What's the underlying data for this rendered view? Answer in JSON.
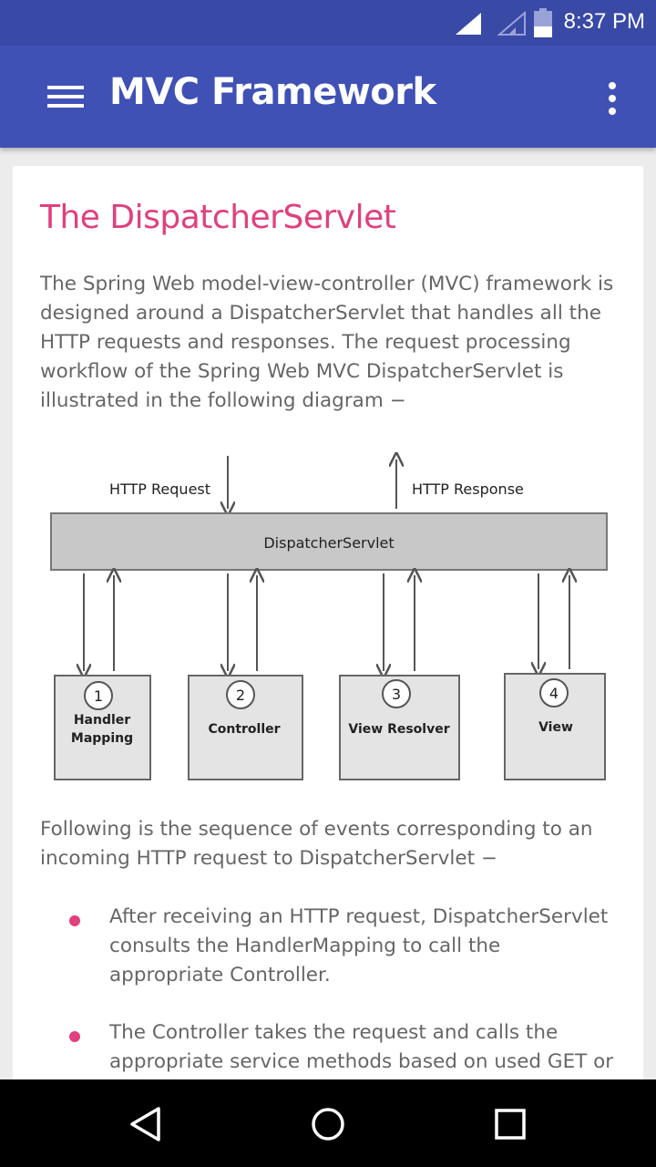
{
  "status_bar": {
    "time": "8:37 PM",
    "icons": [
      "signal-icon",
      "signal-weak-icon",
      "battery-icon"
    ]
  },
  "app_bar": {
    "title": "MVC Framework",
    "menu_icon": "hamburger-menu-icon",
    "overflow_icon": "more-vert-icon"
  },
  "article": {
    "heading": "The DispatcherServlet",
    "intro": "The Spring Web model-view-controller (MVC) framework is designed around a DispatcherServlet that handles all the HTTP requests and responses. The request processing workflow of the Spring Web MVC DispatcherServlet is illustrated in the following diagram −",
    "diagram": {
      "request_label": "HTTP Request",
      "response_label": "HTTP Response",
      "servlet_label": "DispatcherServlet",
      "components": [
        {
          "number": "1",
          "label_line1": "Handler",
          "label_line2": "Mapping"
        },
        {
          "number": "2",
          "label_line1": "Controller",
          "label_line2": ""
        },
        {
          "number": "3",
          "label_line1": "View Resolver",
          "label_line2": ""
        },
        {
          "number": "4",
          "label_line1": "View",
          "label_line2": ""
        }
      ]
    },
    "sequence_intro": "Following is the sequence of events corresponding to an incoming HTTP request to DispatcherServlet −",
    "bullets": [
      "After receiving an HTTP request, DispatcherServlet consults the HandlerMapping to call the appropriate Controller.",
      "The Controller takes the request and calls the appropriate service methods based on used GET or"
    ]
  },
  "nav_bar": {
    "icons": [
      "back-icon",
      "home-icon",
      "recents-icon"
    ]
  },
  "colors": {
    "status_bar": "#3949a6",
    "app_bar": "#3f51b5",
    "accent": "#e0407e",
    "body_text": "#666666"
  }
}
